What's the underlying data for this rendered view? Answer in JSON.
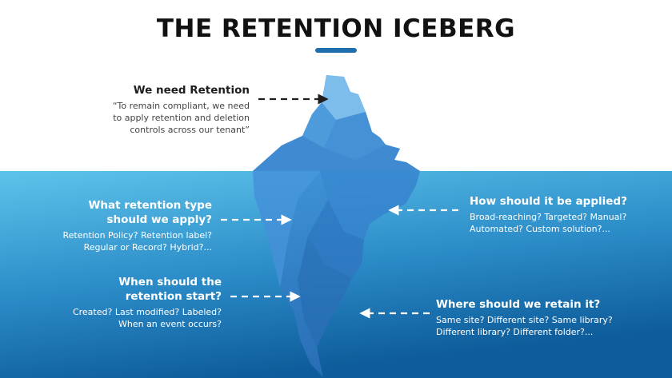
{
  "title": "THE RETENTION ICEBERG",
  "colors": {
    "sky": "#ffffff",
    "water_top": "#5ec0e8",
    "water_bottom": "#0e5f9e",
    "ice_light": "#5aa7e0",
    "ice_dark": "#2b78c4",
    "accent": "#1f6fae"
  },
  "blocks": {
    "need_retention": {
      "heading": "We need Retention",
      "lines": [
        "“To remain compliant, we need",
        "to apply retention and deletion",
        "controls across our tenant”"
      ]
    },
    "retention_type": {
      "heading_lines": [
        "What retention type",
        "should we apply?"
      ],
      "lines": [
        "Retention Policy? Retention label?",
        "Regular or Record? Hybrid?..."
      ]
    },
    "retention_start": {
      "heading_lines": [
        "When should the",
        "retention start?"
      ],
      "lines": [
        "Created? Last modified? Labeled?",
        "When an event occurs?"
      ]
    },
    "how_applied": {
      "heading": "How should it be applied?",
      "lines": [
        "Broad-reaching? Targeted? Manual?",
        "Automated? Custom solution?..."
      ]
    },
    "where_retain": {
      "heading": "Where should we retain it?",
      "lines": [
        "Same site? Different site? Same library?",
        "Different library? Different folder?..."
      ]
    }
  }
}
